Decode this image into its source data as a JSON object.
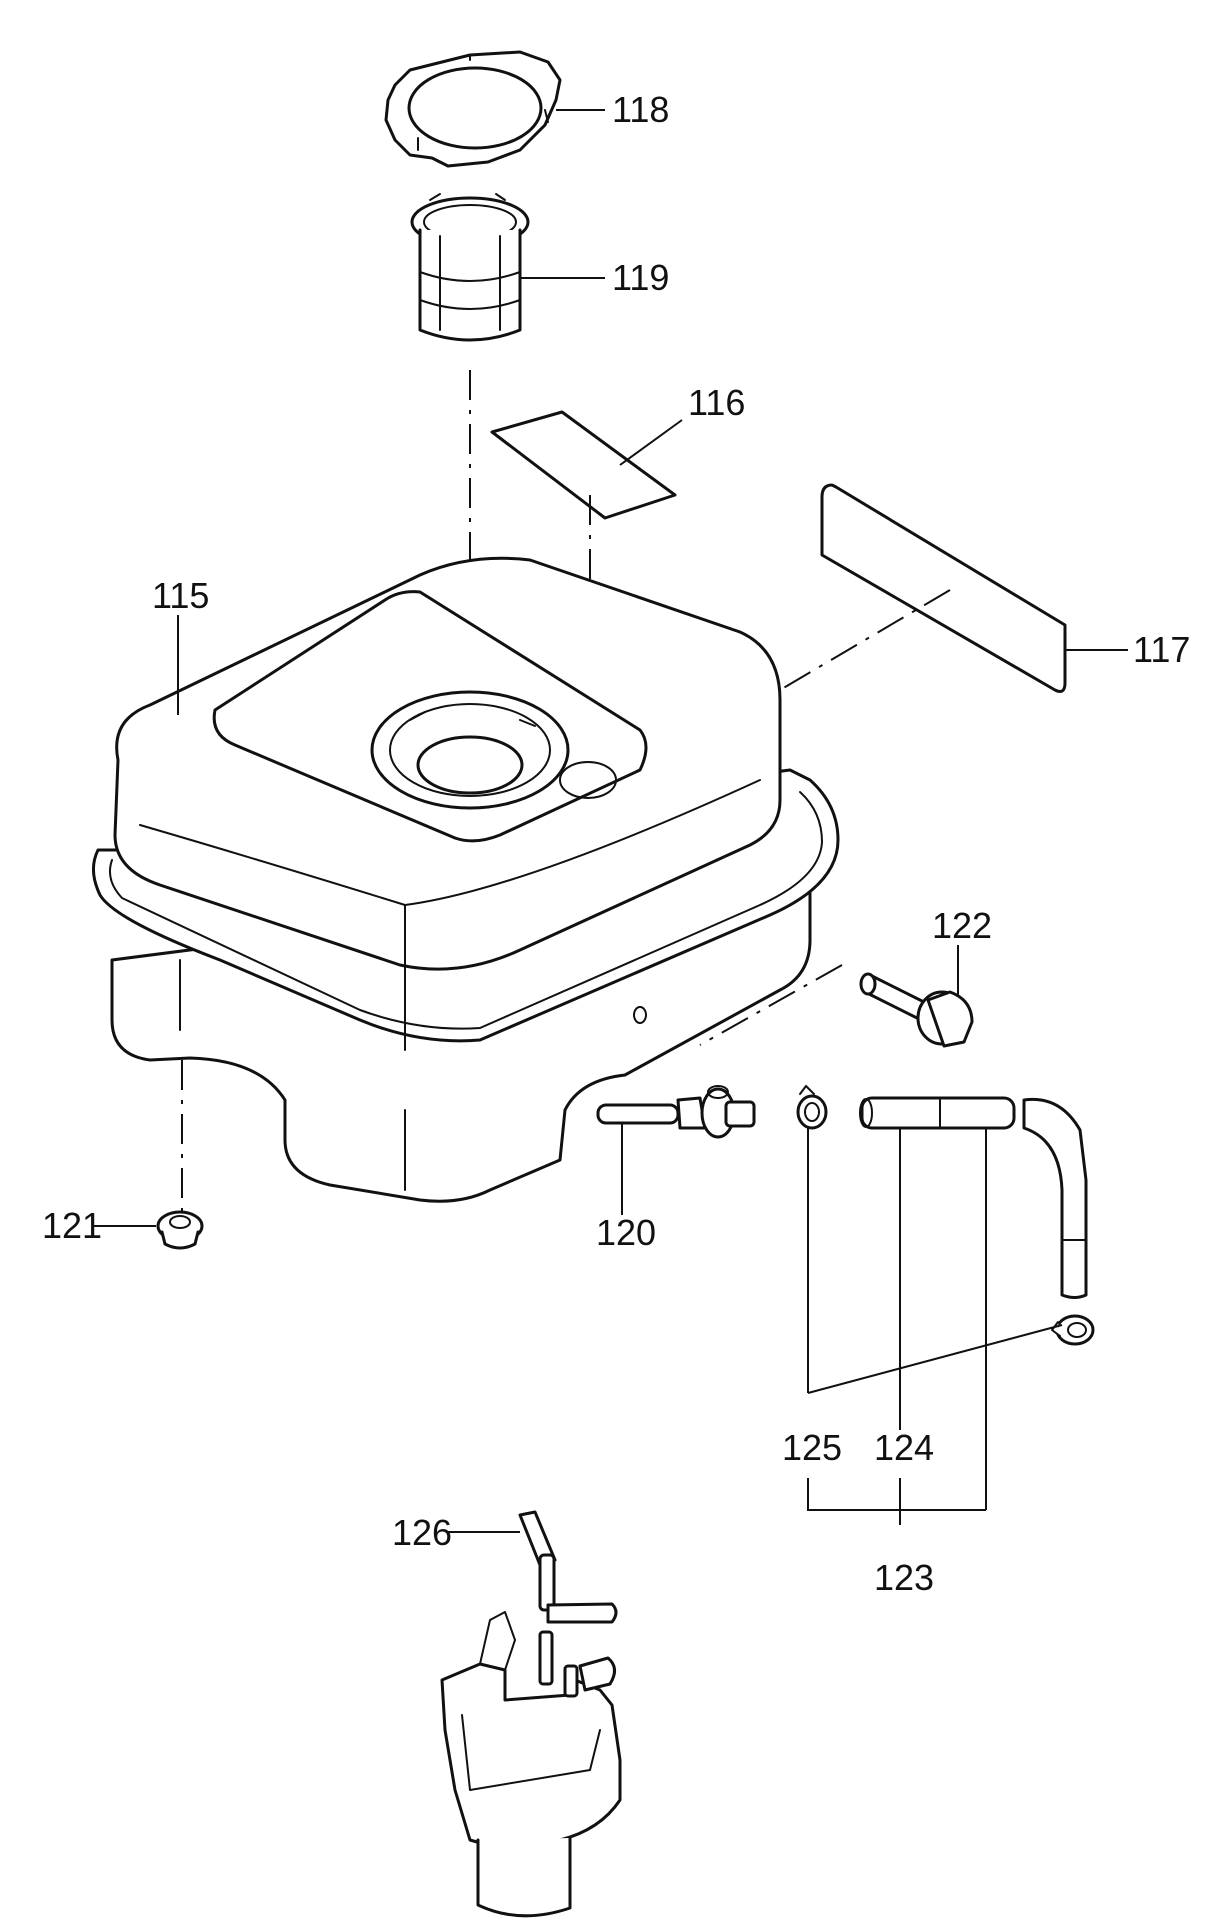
{
  "diagram": {
    "labels": {
      "p115": "115",
      "p116": "116",
      "p117": "117",
      "p118": "118",
      "p119": "119",
      "p120": "120",
      "p121": "121",
      "p122": "122",
      "p123": "123",
      "p124": "124",
      "p125": "125",
      "p126": "126"
    },
    "colors": {
      "ink": "#111111",
      "background": "#ffffff"
    }
  }
}
